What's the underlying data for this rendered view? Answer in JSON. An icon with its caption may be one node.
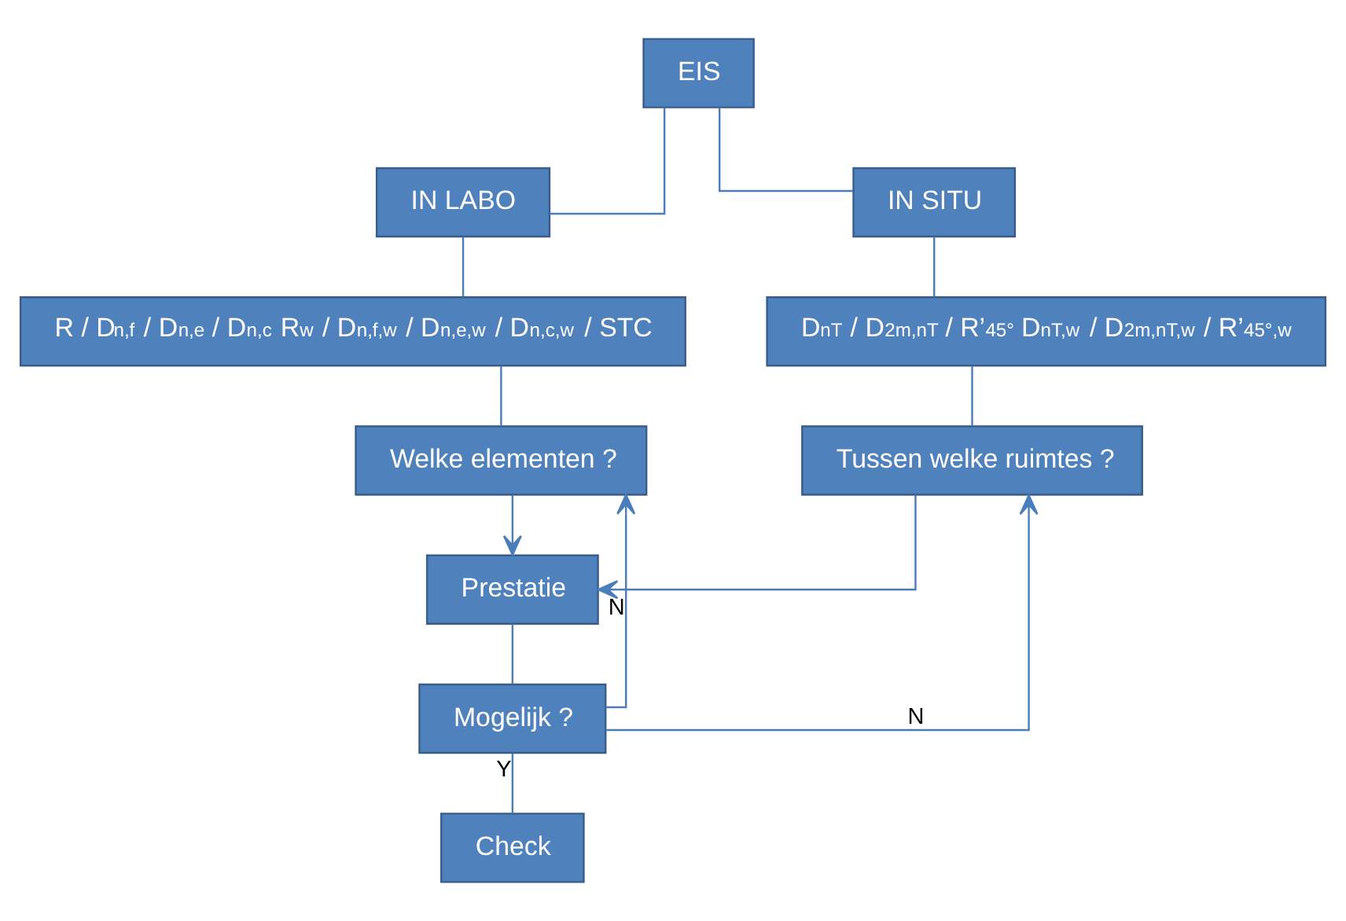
{
  "diagram": {
    "nodes": [
      {
        "text": [
          "EIS"
        ]
      },
      {
        "text": [
          "IN LABO"
        ]
      },
      {
        "text": [
          "IN SITU"
        ]
      },
      {
        "text": [
          "R / D$_{n,f}$ / D$_{n,e}$ / D$_{n,c}$ R$_{w}$ / D$_{n,f,w}$ / D$_{n,e,w}$ / D$_{n,c,w}$ / STC"
        ]
      },
      {
        "text": [
          "D$_{nT}$ / D$_{2m,nT}$ / R’$_{45°}$ D$_{nT,w}$ / D$_{2m,nT,w}$ / R’$_{45°,w}$"
        ]
      },
      {
        "text": [
          "Welke elementen ?"
        ]
      },
      {
        "text": [
          "Tussen welke ruimtes ?"
        ]
      },
      {
        "text": [
          "Prestatie"
        ]
      },
      {
        "text": [
          "Mogelijk ?"
        ]
      },
      {
        "text": [
          "Check"
        ]
      }
    ],
    "edges": [
      {
        "from": 0,
        "to": 1,
        "arrow": "none"
      },
      {
        "from": 0,
        "to": 2,
        "arrow": "none"
      },
      {
        "from": 1,
        "to": 3,
        "arrow": "none"
      },
      {
        "from": 2,
        "to": 4,
        "arrow": "none"
      },
      {
        "from": 3,
        "to": 5,
        "arrow": "none"
      },
      {
        "from": 4,
        "to": 6,
        "arrow": "none"
      },
      {
        "from": 5,
        "to": 7,
        "arrow": "to"
      },
      {
        "from": 6,
        "to": 7,
        "arrow": "to"
      },
      {
        "from": 7,
        "to": 8,
        "arrow": "none"
      },
      {
        "from": 8,
        "to": 5,
        "arrow": "to",
        "label": "N"
      },
      {
        "from": 8,
        "to": 6,
        "arrow": "to",
        "label": "N"
      },
      {
        "from": 8,
        "to": 9,
        "arrow": "none",
        "label": "Y"
      }
    ]
  }
}
